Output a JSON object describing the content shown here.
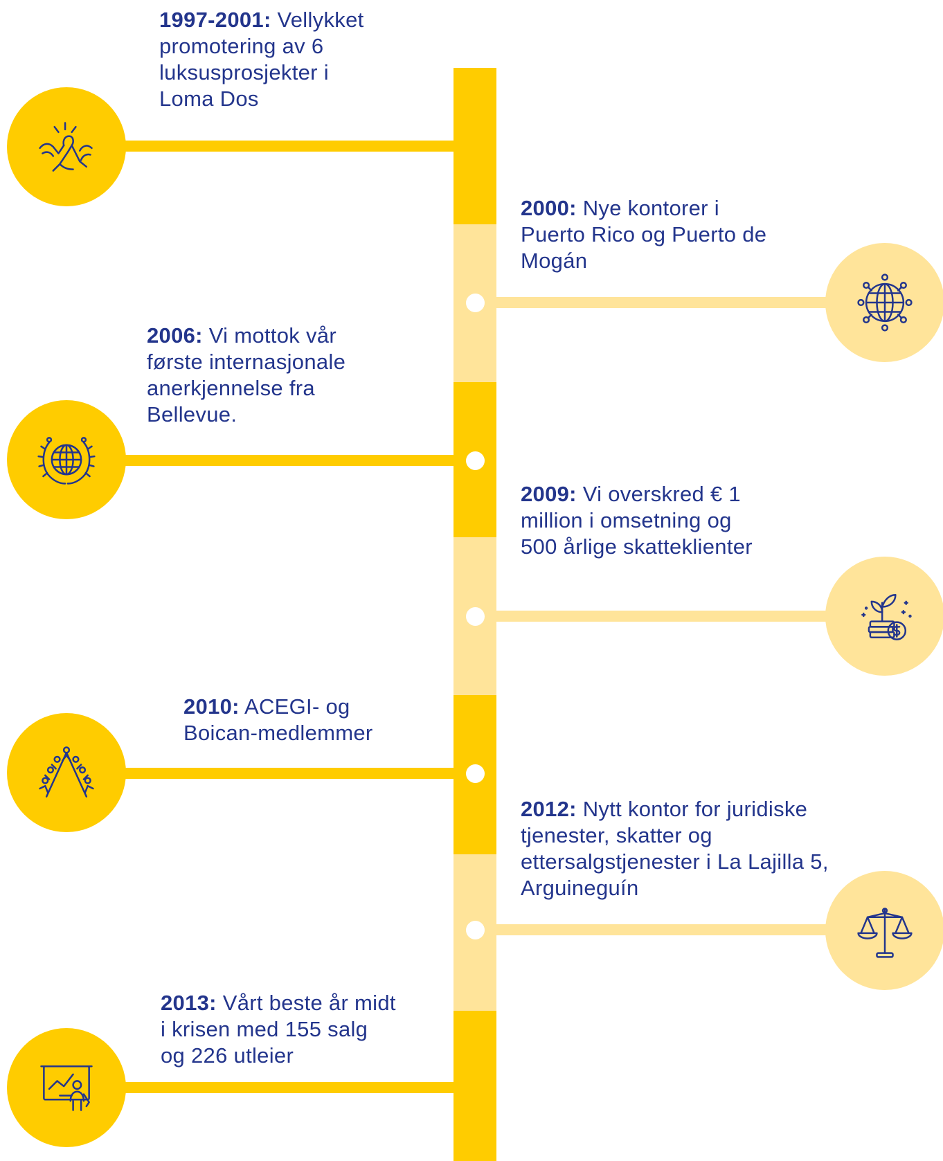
{
  "colors": {
    "accent": "#FFCC00",
    "accent_light": "#FFE49A",
    "text": "#23358C"
  },
  "events": [
    {
      "year": "1997-2001:",
      "text": "Vellykket promotering av 6 luksusprosjekter i Loma Dos",
      "icon": "arm-wrestling-icon"
    },
    {
      "year": "2000:",
      "text": "Nye kontorer i Puerto Rico og Puerto de Mogán",
      "icon": "network-globe-icon"
    },
    {
      "year": "2006:",
      "text": "Vi mottok vår første internasjonale anerkjennelse fra Bellevue.",
      "icon": "laurel-globe-icon"
    },
    {
      "year": "2009:",
      "text": "Vi overskred € 1 million i omsetning og 500 årlige skatteklienter",
      "icon": "money-growth-icon"
    },
    {
      "year": "2010:",
      "text": "ACEGI- og Boican-medlemmer",
      "icon": "team-mountain-icon"
    },
    {
      "year": "2012:",
      "text": "Nytt kontor for juridiske tjenester, skatter og ettersalgstjenester i La Lajilla 5, Arguineguín",
      "icon": "scales-icon"
    },
    {
      "year": "2013:",
      "text": "Vårt beste år midt i krisen med 155 salg og 226 utleier",
      "icon": "presentation-chart-icon"
    }
  ]
}
